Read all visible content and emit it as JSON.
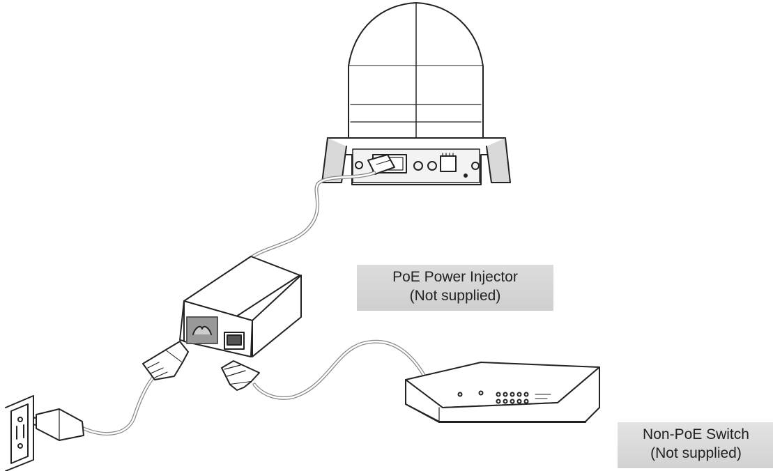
{
  "labels": {
    "injector": {
      "line1": "PoE Power Injector",
      "line2": "(Not supplied)"
    },
    "switch": {
      "line1": "Non-PoE Switch",
      "line2": "(Not supplied)"
    }
  },
  "icons": [
    "camera-icon",
    "poe-injector-icon",
    "power-plug-icon",
    "wall-outlet-icon",
    "ethernet-connector-icon",
    "network-switch-icon"
  ],
  "colors": {
    "stroke": "#222222",
    "callout_background": "#d6d6d6",
    "background": "#ffffff"
  }
}
